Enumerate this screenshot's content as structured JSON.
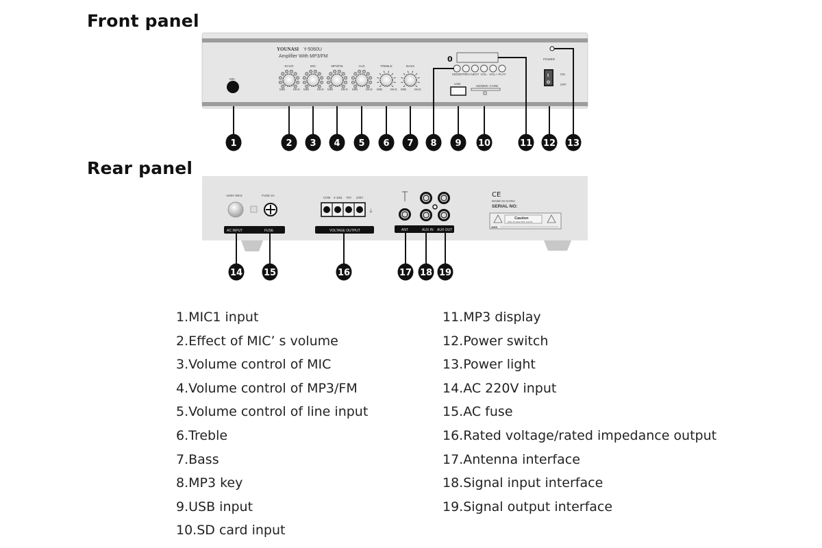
{
  "headings": {
    "front": "Front panel",
    "rear": "Rear panel"
  },
  "front_panel": {
    "brand": "YOUNASI",
    "model": "Y-5060U",
    "subtitle": "Amplifier  With  MP3/FM",
    "mic_label": "MIC",
    "knobs": [
      {
        "label": "ECHO",
        "min": "MIN",
        "max": "MAX"
      },
      {
        "label": "MIC",
        "min": "MIN",
        "max": "MAX"
      },
      {
        "label": "MP3/FM",
        "min": "MIN",
        "max": "MAX"
      },
      {
        "label": "AUX",
        "min": "MIN",
        "max": "MAX"
      },
      {
        "label": "TREBLE",
        "min": "MIN",
        "max": "MAX"
      },
      {
        "label": "BASS",
        "min": "MIN",
        "max": "MAX"
      }
    ],
    "mp3_buttons": [
      "MODE",
      "PREV",
      "NEXT",
      "VOL-",
      "VOL+",
      "PLAY"
    ],
    "usb_label": "USB",
    "sd_label": "SD/MMC CARD",
    "power_label": "POWER",
    "switch_on": "ON",
    "switch_off": "OFF",
    "switch_top_glyph": "I",
    "switch_bottom_glyph": "O"
  },
  "rear_panel": {
    "ac_spec": "~220V  50Hz",
    "fuse_spec": "FUSE 2A",
    "ac_input_label": "AC INPUT",
    "fuse_label": "FUSE",
    "terminals": [
      "COM",
      "4-16Ω",
      "70V",
      "100V"
    ],
    "voltage_output_label": "VOLTAGE OUTPUT",
    "ant_label": "ANT",
    "aux_in_label": "AUX IN",
    "aux_out_label": "AUX OUT",
    "ce_mark": "CE",
    "made_in": "MADE IN CHINA",
    "serial_label": "SERIAL NO:",
    "caution_title": "Caution",
    "caution_text": "RISK OF ELECTRIC SHOCK",
    "avis_label": "AVIS"
  },
  "callouts": [
    "1",
    "2",
    "3",
    "4",
    "5",
    "6",
    "7",
    "8",
    "9",
    "10",
    "11",
    "12",
    "13",
    "14",
    "15",
    "16",
    "17",
    "18",
    "19"
  ],
  "legend": {
    "left": [
      "1.MIC1 input",
      "2.Effect of MIC’  s volume",
      "3.Volume control of MIC",
      "4.Volume control of MP3/FM",
      "5.Volume control of line input",
      "6.Treble",
      "7.Bass",
      "8.MP3 key",
      "9.USB input",
      "10.SD card input"
    ],
    "right": [
      "11.MP3 display",
      "12.Power switch",
      "13.Power light",
      "14.AC 220V input",
      "15.AC fuse",
      "16.Rated voltage/rated impedance output",
      "17.Antenna interface",
      "18.Signal input interface",
      "19.Signal output interface"
    ]
  },
  "colors": {
    "panel": "#e4e4e4",
    "panel_rail": "#9a9a9a",
    "callout": "#111111",
    "text": "#222222"
  }
}
